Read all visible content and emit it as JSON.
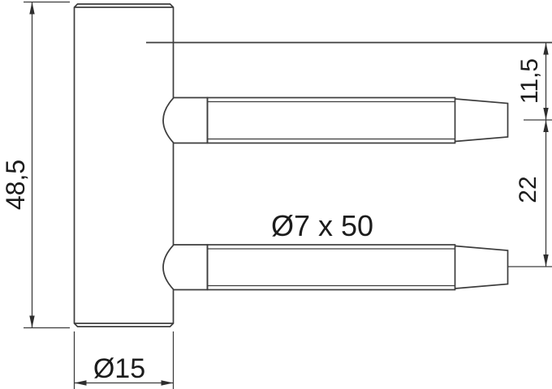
{
  "drawing": {
    "type": "technical-dimension-drawing",
    "background_color": "#ffffff",
    "line_color": "#3d3d3d",
    "labels": {
      "overall_height": "48,5",
      "body_diameter": "Ø15",
      "pin_dimensions": "Ø7 x 50",
      "pin_offset_from_centerline": "11,5",
      "pin_center_spacing": "22"
    }
  }
}
